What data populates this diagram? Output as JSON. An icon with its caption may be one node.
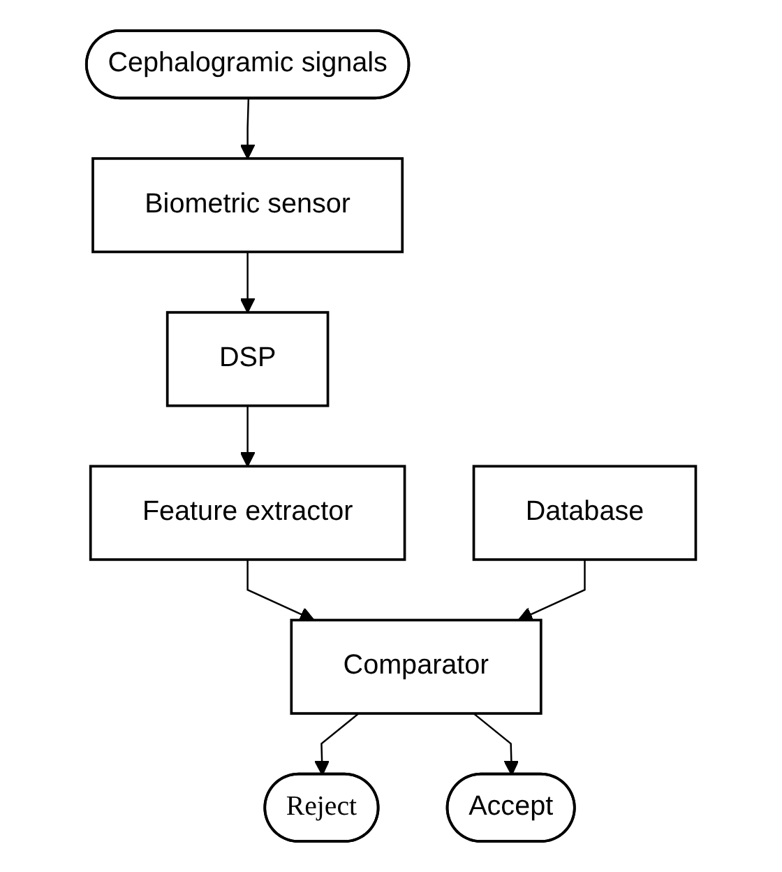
{
  "diagram": {
    "nodes": [
      {
        "text": [
          "Cephalogramic signals"
        ]
      },
      {
        "text": [
          "Biometric sensor"
        ]
      },
      {
        "text": [
          "DSP"
        ]
      },
      {
        "text": [
          "Feature extractor"
        ]
      },
      {
        "text": [
          "Database"
        ]
      },
      {
        "text": [
          "Comparator"
        ]
      },
      {
        "text": [
          "Reject"
        ]
      },
      {
        "text": [
          "Accept"
        ]
      }
    ],
    "edges": [
      {
        "from": 0,
        "to": 1,
        "arrow": "to"
      },
      {
        "from": 1,
        "to": 2,
        "arrow": "to"
      },
      {
        "from": 2,
        "to": 3,
        "arrow": "to"
      },
      {
        "from": 3,
        "to": 5,
        "arrow": "to"
      },
      {
        "from": 4,
        "to": 5,
        "arrow": "to"
      },
      {
        "from": 5,
        "to": 6,
        "arrow": "to"
      },
      {
        "from": 5,
        "to": 7,
        "arrow": "to"
      }
    ]
  }
}
